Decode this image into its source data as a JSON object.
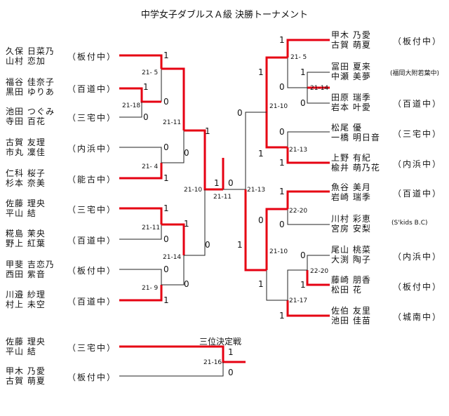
{
  "title": "中学女子ダブルスＡ級 決勝トーナメント",
  "third_place_title": "三位決定戦",
  "left_pairs": [
    {
      "p1": "久保 日菜乃",
      "p2": "山村 恋加",
      "school": "（板付中）"
    },
    {
      "p1": "福谷 佳奈子",
      "p2": "黒田 ゆりあ",
      "school": "（百道中）"
    },
    {
      "p1": "池田 つぐみ",
      "p2": "寺田 百花",
      "school": "（三宅中）"
    },
    {
      "p1": "古賀 友理",
      "p2": "市丸 凜佳",
      "school": "（内浜中）"
    },
    {
      "p1": "仁科 桜子",
      "p2": "杉本 奈美",
      "school": "（能古中）"
    },
    {
      "p1": "佐藤 理央",
      "p2": "平山 結",
      "school": "（三宅中）"
    },
    {
      "p1": "糀島 茉央",
      "p2": "野上 紅葉",
      "school": "（百道中）"
    },
    {
      "p1": "甲斐 吉恋乃",
      "p2": "西田 紫音",
      "school": "（板付中）"
    },
    {
      "p1": "川邉 紗理",
      "p2": "村上 未空",
      "school": "（百道中）"
    }
  ],
  "right_pairs": [
    {
      "p1": "甲木 乃愛",
      "p2": "古賀 萌夏",
      "school": "（板付中）"
    },
    {
      "p1": "冨田 夏来",
      "p2": "中瀬 美夢",
      "school": "(福岡大附若葉中)"
    },
    {
      "p1": "田原 瑞季",
      "p2": "岩本 叶愛",
      "school": "（百道中）"
    },
    {
      "p1": "松尾 優",
      "p2": "一橋 明日音",
      "school": "（三宅中）"
    },
    {
      "p1": "上野 有紀",
      "p2": "楡井 萌乃花",
      "school": "（内浜中）"
    },
    {
      "p1": "魚谷 美月",
      "p2": "岩崎 瑞季",
      "school": "（百道中）"
    },
    {
      "p1": "川村 彩恵",
      "p2": "宮房 安梨",
      "school": "(S'kids B.C)"
    },
    {
      "p1": "尾山 桃菜",
      "p2": "大渕 陶子",
      "school": "（内浜中）"
    },
    {
      "p1": "藤崎 朋香",
      "p2": "松田 花",
      "school": "（板付中）"
    },
    {
      "p1": "佐伯 友里",
      "p2": "池田 佳苗",
      "school": "（城南中）"
    }
  ],
  "third_pairs": [
    {
      "p1": "佐藤 理央",
      "p2": "平山 結",
      "school": "（三宅中）"
    },
    {
      "p1": "甲木 乃愛",
      "p2": "古賀 萌夏",
      "school": "（板付中）"
    }
  ],
  "scores": {
    "l_q1": "21- 5",
    "l_q2": "21-18",
    "l_q3": "21-11",
    "l_q4": "21- 4",
    "l_q5": "21-11",
    "l_q6": "21-14",
    "l_q7": "21- 9",
    "l_semi1": "21-10",
    "l_semi2": "21-11",
    "final": "21-13",
    "r_q1": "21- 5",
    "r_q2": "21-14",
    "r_q3": "21-10",
    "r_q4": "21-13",
    "r_q5": "22-20",
    "r_q6": "21-10",
    "r_q7": "22-20",
    "r_q8": "21-17",
    "third": "21-16"
  },
  "results": {
    "win": "1",
    "loss": "0"
  }
}
